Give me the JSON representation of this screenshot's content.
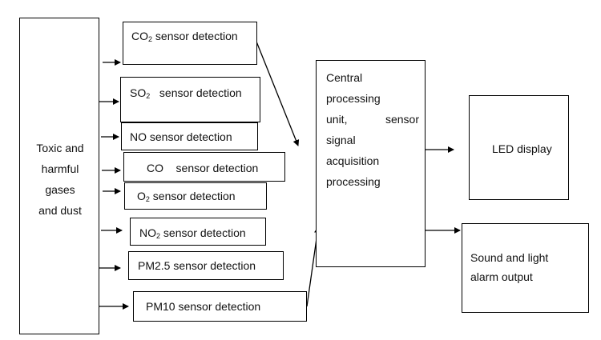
{
  "source": {
    "lines": [
      "Toxic and",
      "harmful",
      "gases",
      "and dust"
    ]
  },
  "sensors": [
    {
      "pre": "CO",
      "sub": "2",
      "post": " sensor detection"
    },
    {
      "pre": "SO",
      "sub": "2",
      "post": "   sensor detection"
    },
    {
      "pre": "NO sensor detection",
      "sub": "",
      "post": ""
    },
    {
      "pre": "CO    sensor detection",
      "sub": "",
      "post": ""
    },
    {
      "pre": "O",
      "sub": "2",
      "post": " sensor detection"
    },
    {
      "pre": "NO",
      "sub": "2",
      "post": " sensor detection"
    },
    {
      "pre": "PM2.5 sensor detection",
      "sub": "",
      "post": ""
    },
    {
      "pre": "PM10 sensor detection",
      "sub": "",
      "post": ""
    }
  ],
  "cpu": {
    "lines": [
      "Central",
      "processing",
      "unit,     sensor",
      "signal",
      "acquisition",
      "processing"
    ]
  },
  "outputs": {
    "led": {
      "label": "LED display"
    },
    "alarm": {
      "lines": [
        "Sound and light",
        "alarm output"
      ]
    }
  }
}
